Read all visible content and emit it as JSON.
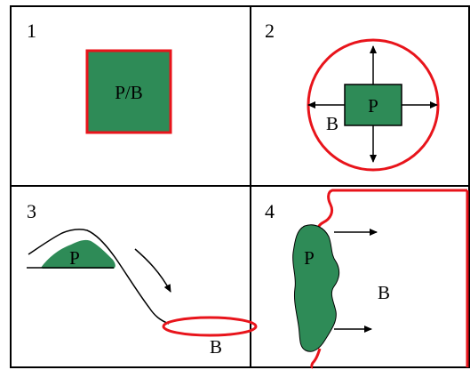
{
  "colors": {
    "green": "#2e8b57",
    "red": "#e8141b",
    "line": "#000000"
  },
  "panels": [
    {
      "number": "1",
      "label": "P/B"
    },
    {
      "number": "2",
      "label_p": "P",
      "label_b": "B"
    },
    {
      "number": "3",
      "label_p": "P",
      "label_b": "B"
    },
    {
      "number": "4",
      "label_p": "P",
      "label_b": "B"
    }
  ]
}
